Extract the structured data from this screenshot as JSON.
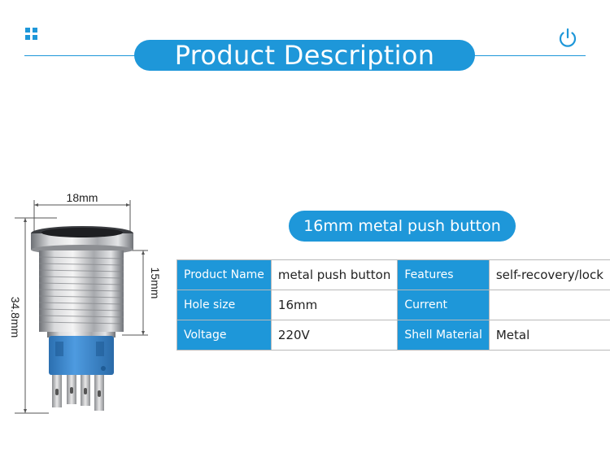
{
  "header": {
    "title": "Product Description"
  },
  "product": {
    "subtitle": "16mm metal push button"
  },
  "dimensions": {
    "width": "18mm",
    "height": "34.8mm",
    "thread": "15mm"
  },
  "specs": {
    "rows": [
      {
        "label1": "Product Name",
        "value1": "metal push button",
        "label2": "Features",
        "value2": "self-recovery/lock"
      },
      {
        "label1": "Hole size",
        "value1": "16mm",
        "label2": "Current",
        "value2": ""
      },
      {
        "label1": "Voltage",
        "value1": "220V",
        "label2": "Shell Material",
        "value2": "Metal"
      }
    ]
  },
  "colors": {
    "accent": "#1e97d9",
    "connector": "#3a86c8"
  },
  "icons": {
    "left": "grid-icon",
    "right": "power-icon"
  }
}
